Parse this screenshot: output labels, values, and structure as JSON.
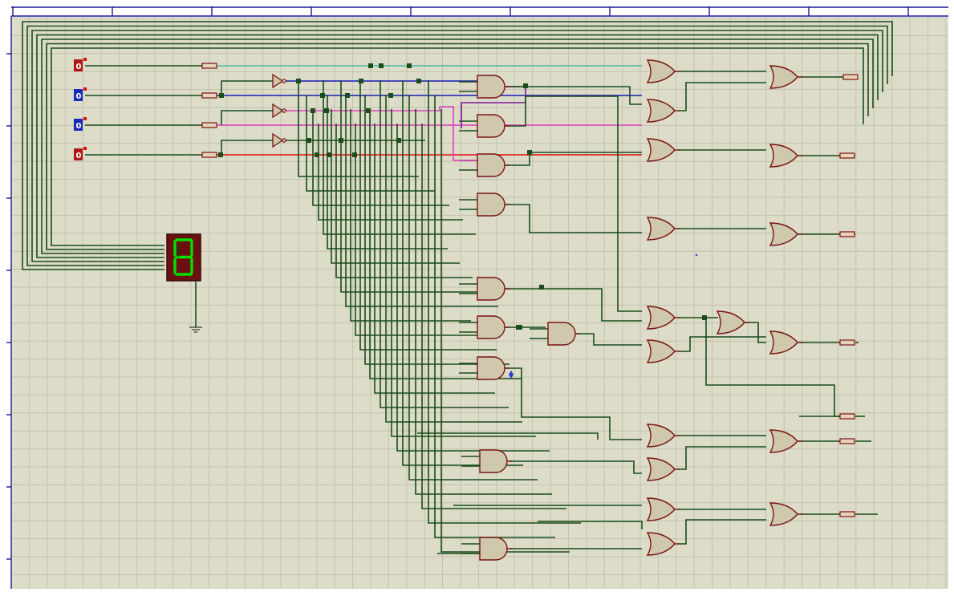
{
  "app": {
    "name": ""
  },
  "ruler": {
    "tick_labels": []
  },
  "inputs": [
    {
      "label": "0",
      "state": "low"
    },
    {
      "label": "0",
      "state": "high"
    },
    {
      "label": "0",
      "state": "high"
    },
    {
      "label": "0",
      "state": "low"
    }
  ],
  "display": {
    "digit": "8",
    "segment_color": "#00e000",
    "body_color": "#6b1010"
  },
  "colors": {
    "canvas": "#dcdcc8",
    "grid": "#c2c2ae",
    "wire": "#1a4d1a",
    "wire_cyan": "#4fb8a8",
    "wire_blue": "#1a1ab8",
    "wire_pink": "#e040c0",
    "wire_red": "#e01010",
    "wire_purple": "#7a1a9a",
    "gate_fill": "#cfc8ac",
    "gate_stroke": "#7a1414",
    "ruler": "#1a1a9a",
    "input_low": "#b01818",
    "input_high": "#1a2ab8"
  },
  "icons": {
    "ground": "ground-icon",
    "probe": "probe-icon"
  }
}
